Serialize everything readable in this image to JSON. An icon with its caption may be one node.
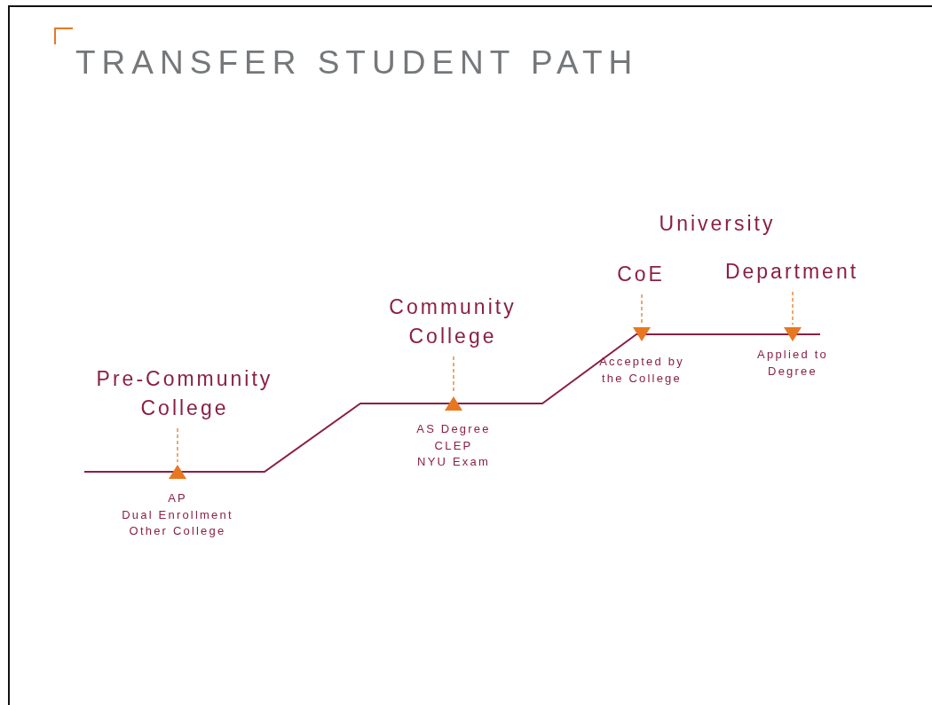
{
  "diagram": {
    "title": "TRANSFER STUDENT PATH",
    "nodes": [
      {
        "text": [
          "Pre-Community College"
        ]
      },
      {
        "text": [],
        "shape": "triangle",
        "beside": [
          "AP",
          "Dual Enrollment",
          "Other College"
        ]
      },
      {
        "text": [
          "Community College"
        ]
      },
      {
        "text": [],
        "shape": "triangle",
        "beside": [
          "AS Degree",
          "CLEP",
          "NYU Exam"
        ]
      },
      {
        "text": [
          "CoE"
        ]
      },
      {
        "text": [],
        "shape": "triangle",
        "beside": [
          "Accepted by the College"
        ]
      },
      {
        "text": [
          "Department"
        ]
      },
      {
        "text": [],
        "shape": "triangle",
        "beside": [
          "Applied to Degree"
        ]
      }
    ],
    "edges": [
      {
        "from": 0,
        "to": 1,
        "arrow": "none",
        "style": "dashed"
      },
      {
        "from": 2,
        "to": 3,
        "arrow": "none",
        "style": "dashed"
      },
      {
        "from": 4,
        "to": 5,
        "arrow": "none",
        "style": "dashed"
      },
      {
        "from": 6,
        "to": 7,
        "arrow": "none",
        "style": "dashed"
      }
    ],
    "labels": [
      "University"
    ]
  }
}
